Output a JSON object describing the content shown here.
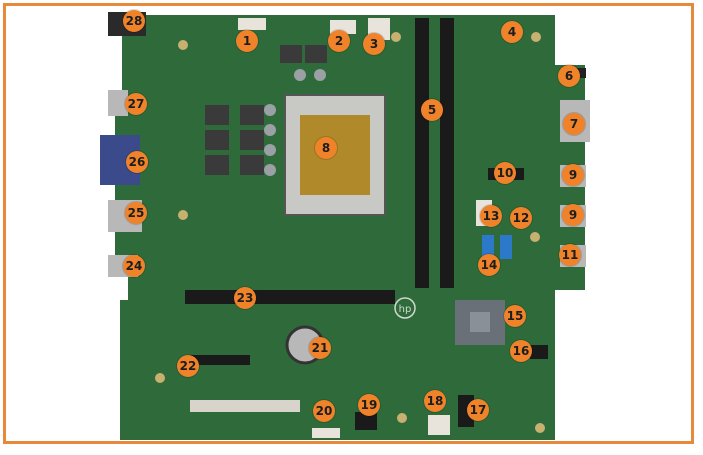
{
  "image": {
    "subject": "motherboard",
    "board_color": "#2f6b3a",
    "frame_color": "#e6893a",
    "marker_color": "#f0832a",
    "brand_logo_text": "hp"
  },
  "markers": [
    {
      "label": "1"
    },
    {
      "label": "2"
    },
    {
      "label": "3"
    },
    {
      "label": "4"
    },
    {
      "label": "5"
    },
    {
      "label": "6"
    },
    {
      "label": "7"
    },
    {
      "label": "8"
    },
    {
      "label": "9"
    },
    {
      "label": "9"
    },
    {
      "label": "10"
    },
    {
      "label": "11"
    },
    {
      "label": "12"
    },
    {
      "label": "13"
    },
    {
      "label": "14"
    },
    {
      "label": "15"
    },
    {
      "label": "16"
    },
    {
      "label": "17"
    },
    {
      "label": "18"
    },
    {
      "label": "19"
    },
    {
      "label": "20"
    },
    {
      "label": "21"
    },
    {
      "label": "22"
    },
    {
      "label": "23"
    },
    {
      "label": "24"
    },
    {
      "label": "25"
    },
    {
      "label": "26"
    },
    {
      "label": "27"
    },
    {
      "label": "28"
    }
  ]
}
